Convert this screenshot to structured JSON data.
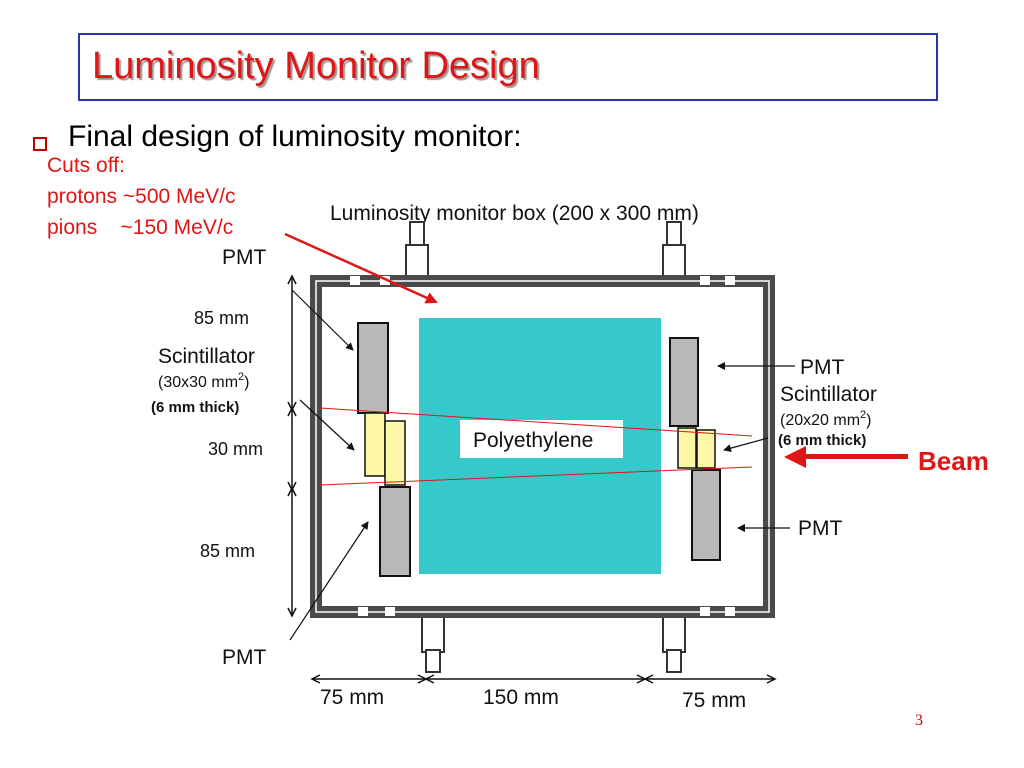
{
  "slide": {
    "title": "Luminosity Monitor Design",
    "bullet": "Final design of luminosity monitor:",
    "page_number": "3"
  },
  "note": {
    "heading": "Cuts off:",
    "line1": "protons ~500 MeV/c",
    "line2": "pions    ~150 MeV/c"
  },
  "diagram": {
    "box_title": "Luminosity monitor box (200 x 300 mm)",
    "pmt_top_left": "PMT",
    "pmt_bottom_left": "PMT",
    "pmt_right_top": "PMT",
    "pmt_right_bottom": "PMT",
    "dim_85_top": "85 mm",
    "dim_30": "30 mm",
    "dim_85_bottom": "85 mm",
    "dim_75_left": "75 mm",
    "dim_150": "150 mm",
    "dim_75_right": "75 mm",
    "scint_left": "Scintillator",
    "scint_left_size_base": "(30x30 mm",
    "scint_left_size_sup": "2",
    "scint_left_size_close": ")",
    "scint_left_thick": "(6 mm thick)",
    "scint_right": "Scintillator",
    "scint_right_size_base": "(20x20 mm",
    "scint_right_size_sup": "2",
    "scint_right_size_close": ")",
    "scint_right_thick": "(6 mm thick)",
    "polyethylene": "Polyethylene",
    "beam": "Beam"
  },
  "colors": {
    "title_red": "#e01616",
    "title_border": "#2b35a8",
    "polyethylene": "#35c9cc",
    "scintillator": "#fdf7a6",
    "pmt_gray": "#b8b8b8"
  }
}
